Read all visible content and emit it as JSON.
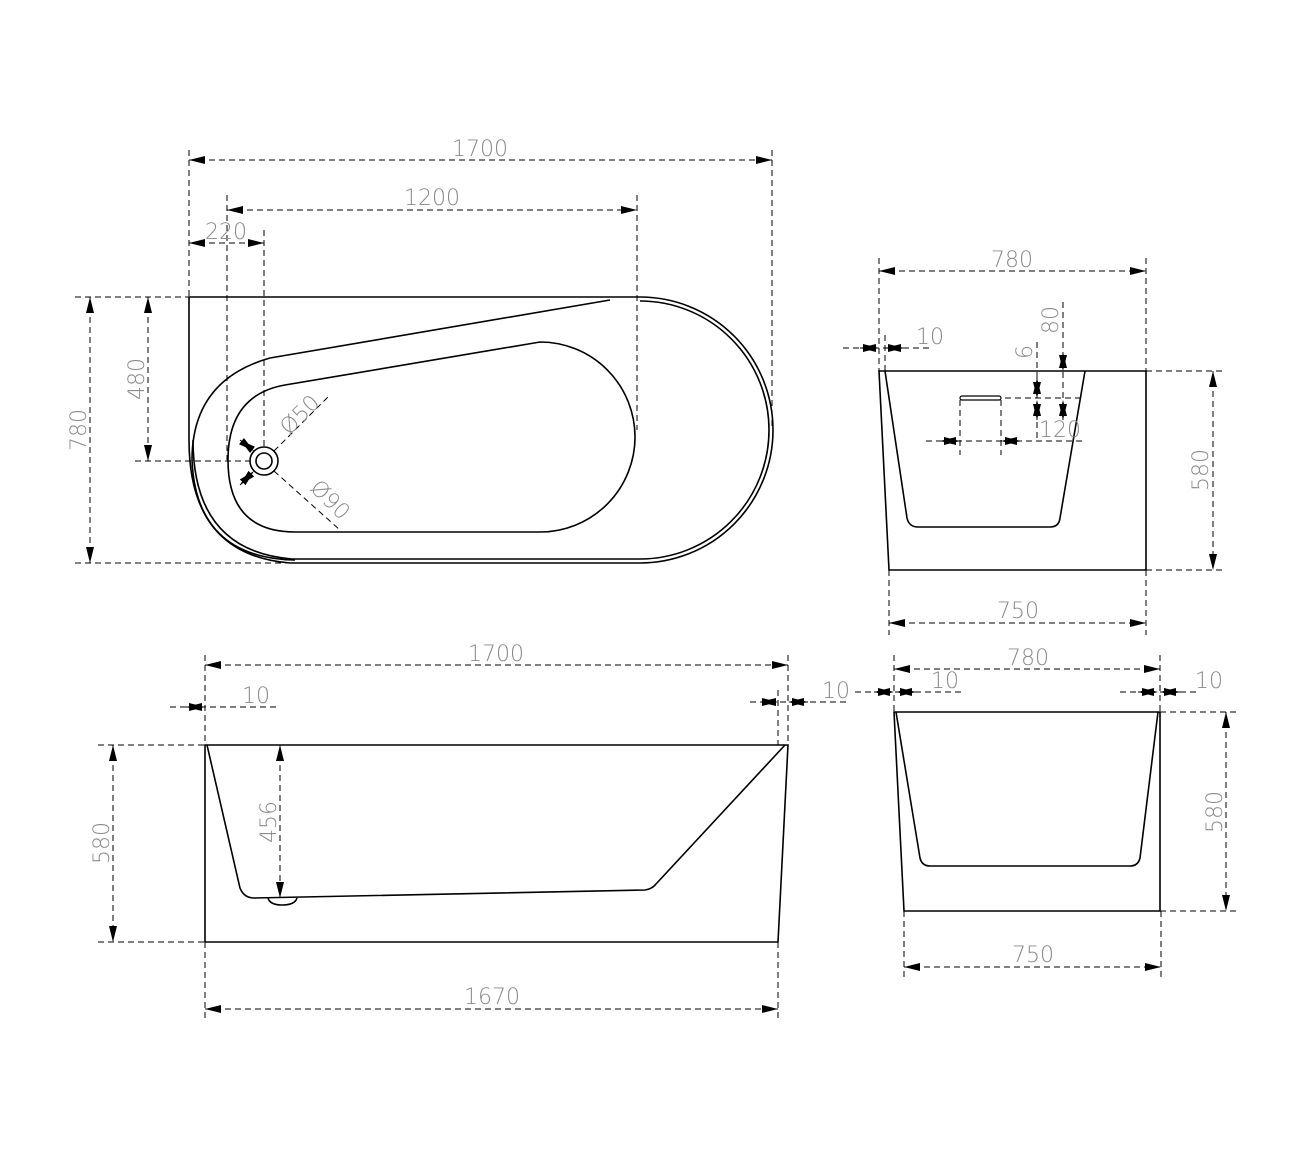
{
  "top_view": {
    "overall_length": "1700",
    "basin_length": "1200",
    "drain_offset": "220",
    "overall_width": "780",
    "drain_position": "480",
    "drain_diameter": "Ø50",
    "drain_outer_diameter": "Ø90"
  },
  "end_view_top": {
    "width": "780",
    "wall": "10",
    "overflow_height": "80",
    "overflow_slot": "6",
    "overflow_length": "120",
    "height": "580",
    "base_width": "750"
  },
  "front_view": {
    "length": "1700",
    "wall_left": "10",
    "wall_right": "10",
    "height": "580",
    "depth": "456",
    "base_length": "1670"
  },
  "end_view_bottom": {
    "width": "780",
    "wall_left": "10",
    "wall_right": "10",
    "height": "580",
    "base_width": "750"
  }
}
